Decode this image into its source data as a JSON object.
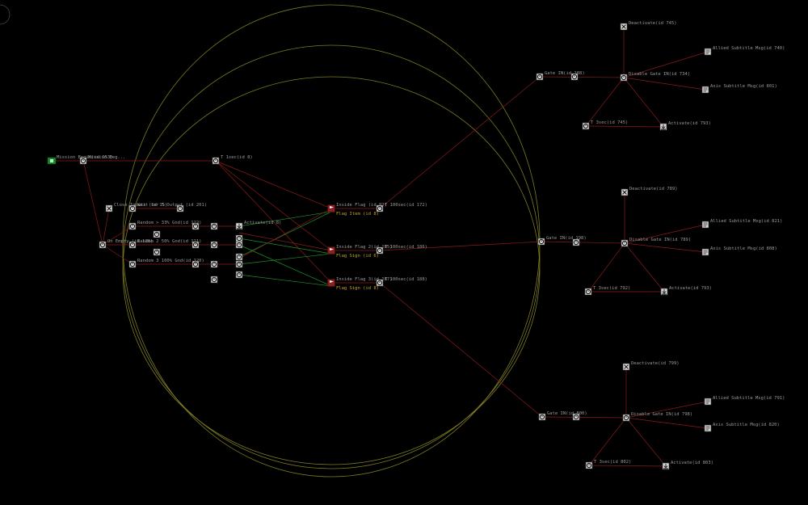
{
  "canvas": {
    "title": ""
  },
  "colors": {
    "background": "#000000",
    "edge": "#8a1a1a",
    "edge_green": "#1f8f2a",
    "ring": "#7d7a22",
    "label": "#9a9a9a",
    "flag_label": "#c9a227",
    "mission_start": "#1e8a2e"
  },
  "nodes": [
    {
      "id": "n1",
      "type": "start",
      "label": "Mission Begin(id 153)"
    },
    {
      "id": "n2",
      "type": "timer",
      "label": "Mission Beg..."
    },
    {
      "id": "n3",
      "type": "timer",
      "label": "T 1sec(id 8)"
    },
    {
      "id": "n4",
      "type": "close",
      "label": "Close Inputs (id 15)"
    },
    {
      "id": "n5",
      "type": "timer",
      "label": "Wait for 5 Output (id 201)"
    },
    {
      "id": "n6",
      "type": "timer",
      "label": "Random > 33% Gnd(id 122)"
    },
    {
      "id": "n7",
      "type": "timer",
      "label": "On Empty (id 118)"
    },
    {
      "id": "n8",
      "type": "timer",
      "label": "Random 2 50% Gnd(id 121)"
    },
    {
      "id": "n9",
      "type": "timer",
      "label": "Random 3 100% Gnd(id 120)"
    },
    {
      "id": "n10",
      "type": "activate",
      "label": "Activate(id 8)"
    },
    {
      "id": "n11",
      "type": "flag",
      "label": "Inside Flag (id 82)"
    },
    {
      "id": "n12",
      "type": "flag",
      "label": "Inside Flag 2(id 185)"
    },
    {
      "id": "n13",
      "type": "flag",
      "label": "Inside Flag 3(id 187)"
    },
    {
      "id": "n14",
      "type": "timer",
      "label": "T 100sec(id 172)"
    },
    {
      "id": "n15",
      "type": "timer",
      "label": "T 100sec(id 186)"
    },
    {
      "id": "n16",
      "type": "timer",
      "label": "T 100sec(id 188)"
    },
    {
      "id": "n17",
      "type": "timer",
      "label": "Gate IN(id 188)"
    },
    {
      "id": "n18",
      "type": "timer",
      "label": "Gate IN(id 198)"
    },
    {
      "id": "n19",
      "type": "timer",
      "label": "Gate IN(id 800)"
    },
    {
      "id": "n20",
      "type": "timer",
      "label": "Disable Gate IN(id 734)"
    },
    {
      "id": "n21",
      "type": "timer",
      "label": "Disable Gate IN(id 789)"
    },
    {
      "id": "n22",
      "type": "timer",
      "label": "Disable Gate IN(id 798)"
    },
    {
      "id": "n23",
      "type": "deactivate",
      "label": "Deactivate(id 745)"
    },
    {
      "id": "n24",
      "type": "deactivate",
      "label": "Deactivate(id 789)"
    },
    {
      "id": "n25",
      "type": "deactivate",
      "label": "Deactivate(id 799)"
    },
    {
      "id": "n26",
      "type": "message",
      "label": "Allied Subtitle Msg(id 740)"
    },
    {
      "id": "n27",
      "type": "message",
      "label": "Allied Subtitle Msg(id 821)"
    },
    {
      "id": "n28",
      "type": "message",
      "label": "Allied Subtitle Msg(id 791)"
    },
    {
      "id": "n29",
      "type": "message",
      "label": "Axis Subtitle Msg(id 801)"
    },
    {
      "id": "n30",
      "type": "message",
      "label": "Axis Subtitle Msg(id 808)"
    },
    {
      "id": "n31",
      "type": "message",
      "label": "Axis Subtitle Msg(id 820)"
    },
    {
      "id": "n32",
      "type": "timer",
      "label": "T 3sec(id 745)"
    },
    {
      "id": "n33",
      "type": "timer",
      "label": "T 3sec(id 792)"
    },
    {
      "id": "n34",
      "type": "timer",
      "label": "T 3sec(id 802)"
    },
    {
      "id": "n35",
      "type": "activate",
      "label": "Activate(id 793)"
    },
    {
      "id": "n36",
      "type": "activate",
      "label": "Activate(id 793)"
    },
    {
      "id": "n37",
      "type": "activate",
      "label": "Activate(id 803)"
    }
  ],
  "flag_labels": [
    "Flag Item (id 8)",
    "Flag Sign (id 6)",
    "Flag Sign (id 8)"
  ]
}
